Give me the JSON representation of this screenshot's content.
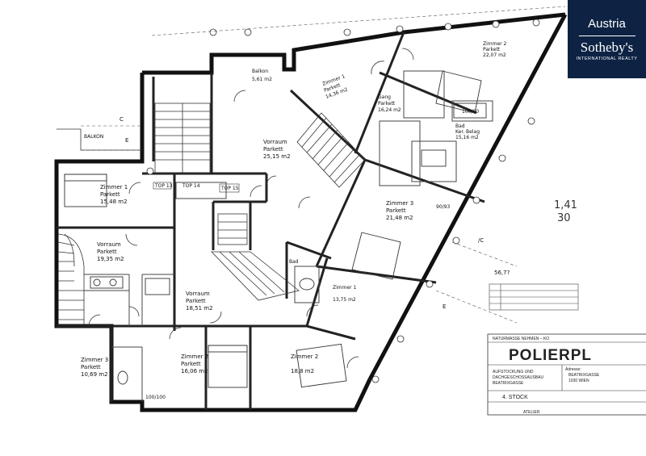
{
  "brand": {
    "region": "Austria",
    "name": "Sotheby's",
    "subtitle": "INTERNATIONAL REALTY",
    "background_color": "#0e2344"
  },
  "rooms": {
    "balkon_top": {
      "name": "Balkon",
      "area": "5,61 m2"
    },
    "balkon_left": {
      "name": "BALKON"
    },
    "zimmer1_top": {
      "name": "Zimmer 1",
      "floor": "Parkett",
      "area": "14,36 m2"
    },
    "zimmer2_top": {
      "name": "Zimmer 2",
      "floor": "Parkett",
      "area": "22,07 m2"
    },
    "gang": {
      "name": "Gang",
      "floor": "Parkett",
      "area": "16,24 m2"
    },
    "vorraum_main": {
      "name": "Vorraum",
      "floor": "Parkett",
      "area": "25,15 m2"
    },
    "bad_right": {
      "name": "Bad",
      "floor": "Ker. Belag",
      "area": "15,16 m2"
    },
    "zimmer3_right": {
      "name": "Zimmer 3",
      "floor": "Parkett",
      "area": "21,48 m2"
    },
    "zimmer1_left": {
      "name": "Zimmer 1",
      "floor": "Parkett",
      "area": "15,48 m2"
    },
    "vorraum_left": {
      "name": "Vorraum",
      "floor": "Parkett",
      "area": "19,35 m2"
    },
    "vorraum_center": {
      "name": "Vorraum",
      "floor": "Parkett",
      "area": "18,51 m2"
    },
    "bad_center": {
      "name": "Bad"
    },
    "zimmer1_center": {
      "name": "Zimmer 1",
      "area": "13,75 m2"
    },
    "zimmer3_left": {
      "name": "Zimmer 3",
      "floor": "Parkett",
      "area": "10,69 m2"
    },
    "zimmer2_bottom": {
      "name": "Zimmer 2",
      "floor": "Parkett",
      "area": "16,06 m2"
    },
    "zimmer2_bottom_right": {
      "name": "Zimmer 2",
      "area": "18,8 m2"
    }
  },
  "labels": {
    "top13": "TOP 13",
    "top14": "TOP 14",
    "top15": "TOP 15",
    "door_a": "100/00",
    "door_b": "90/93",
    "door_c": "100/100",
    "axis_c": "C",
    "axis_e": "E",
    "axis_ic": "/C"
  },
  "annotations": {
    "hand_1": "1,41",
    "hand_2": "30",
    "hand_3": "56,7?"
  },
  "title_block": {
    "note": "NATURMASSE NEHMEN – KO",
    "title": "POLIERPL",
    "project_line1": "AUFSTOCKUNG UND",
    "project_line2": "DACHGESCHOSSAUSBAU",
    "project_line3": "BEATRIXGASSE",
    "address_label": "Adresse:",
    "address_line1": "BEATRIXGASSE",
    "address_line2": "1030 WIEN",
    "floor": "4. STOCK",
    "bottom_fragment": "ATELIER"
  }
}
